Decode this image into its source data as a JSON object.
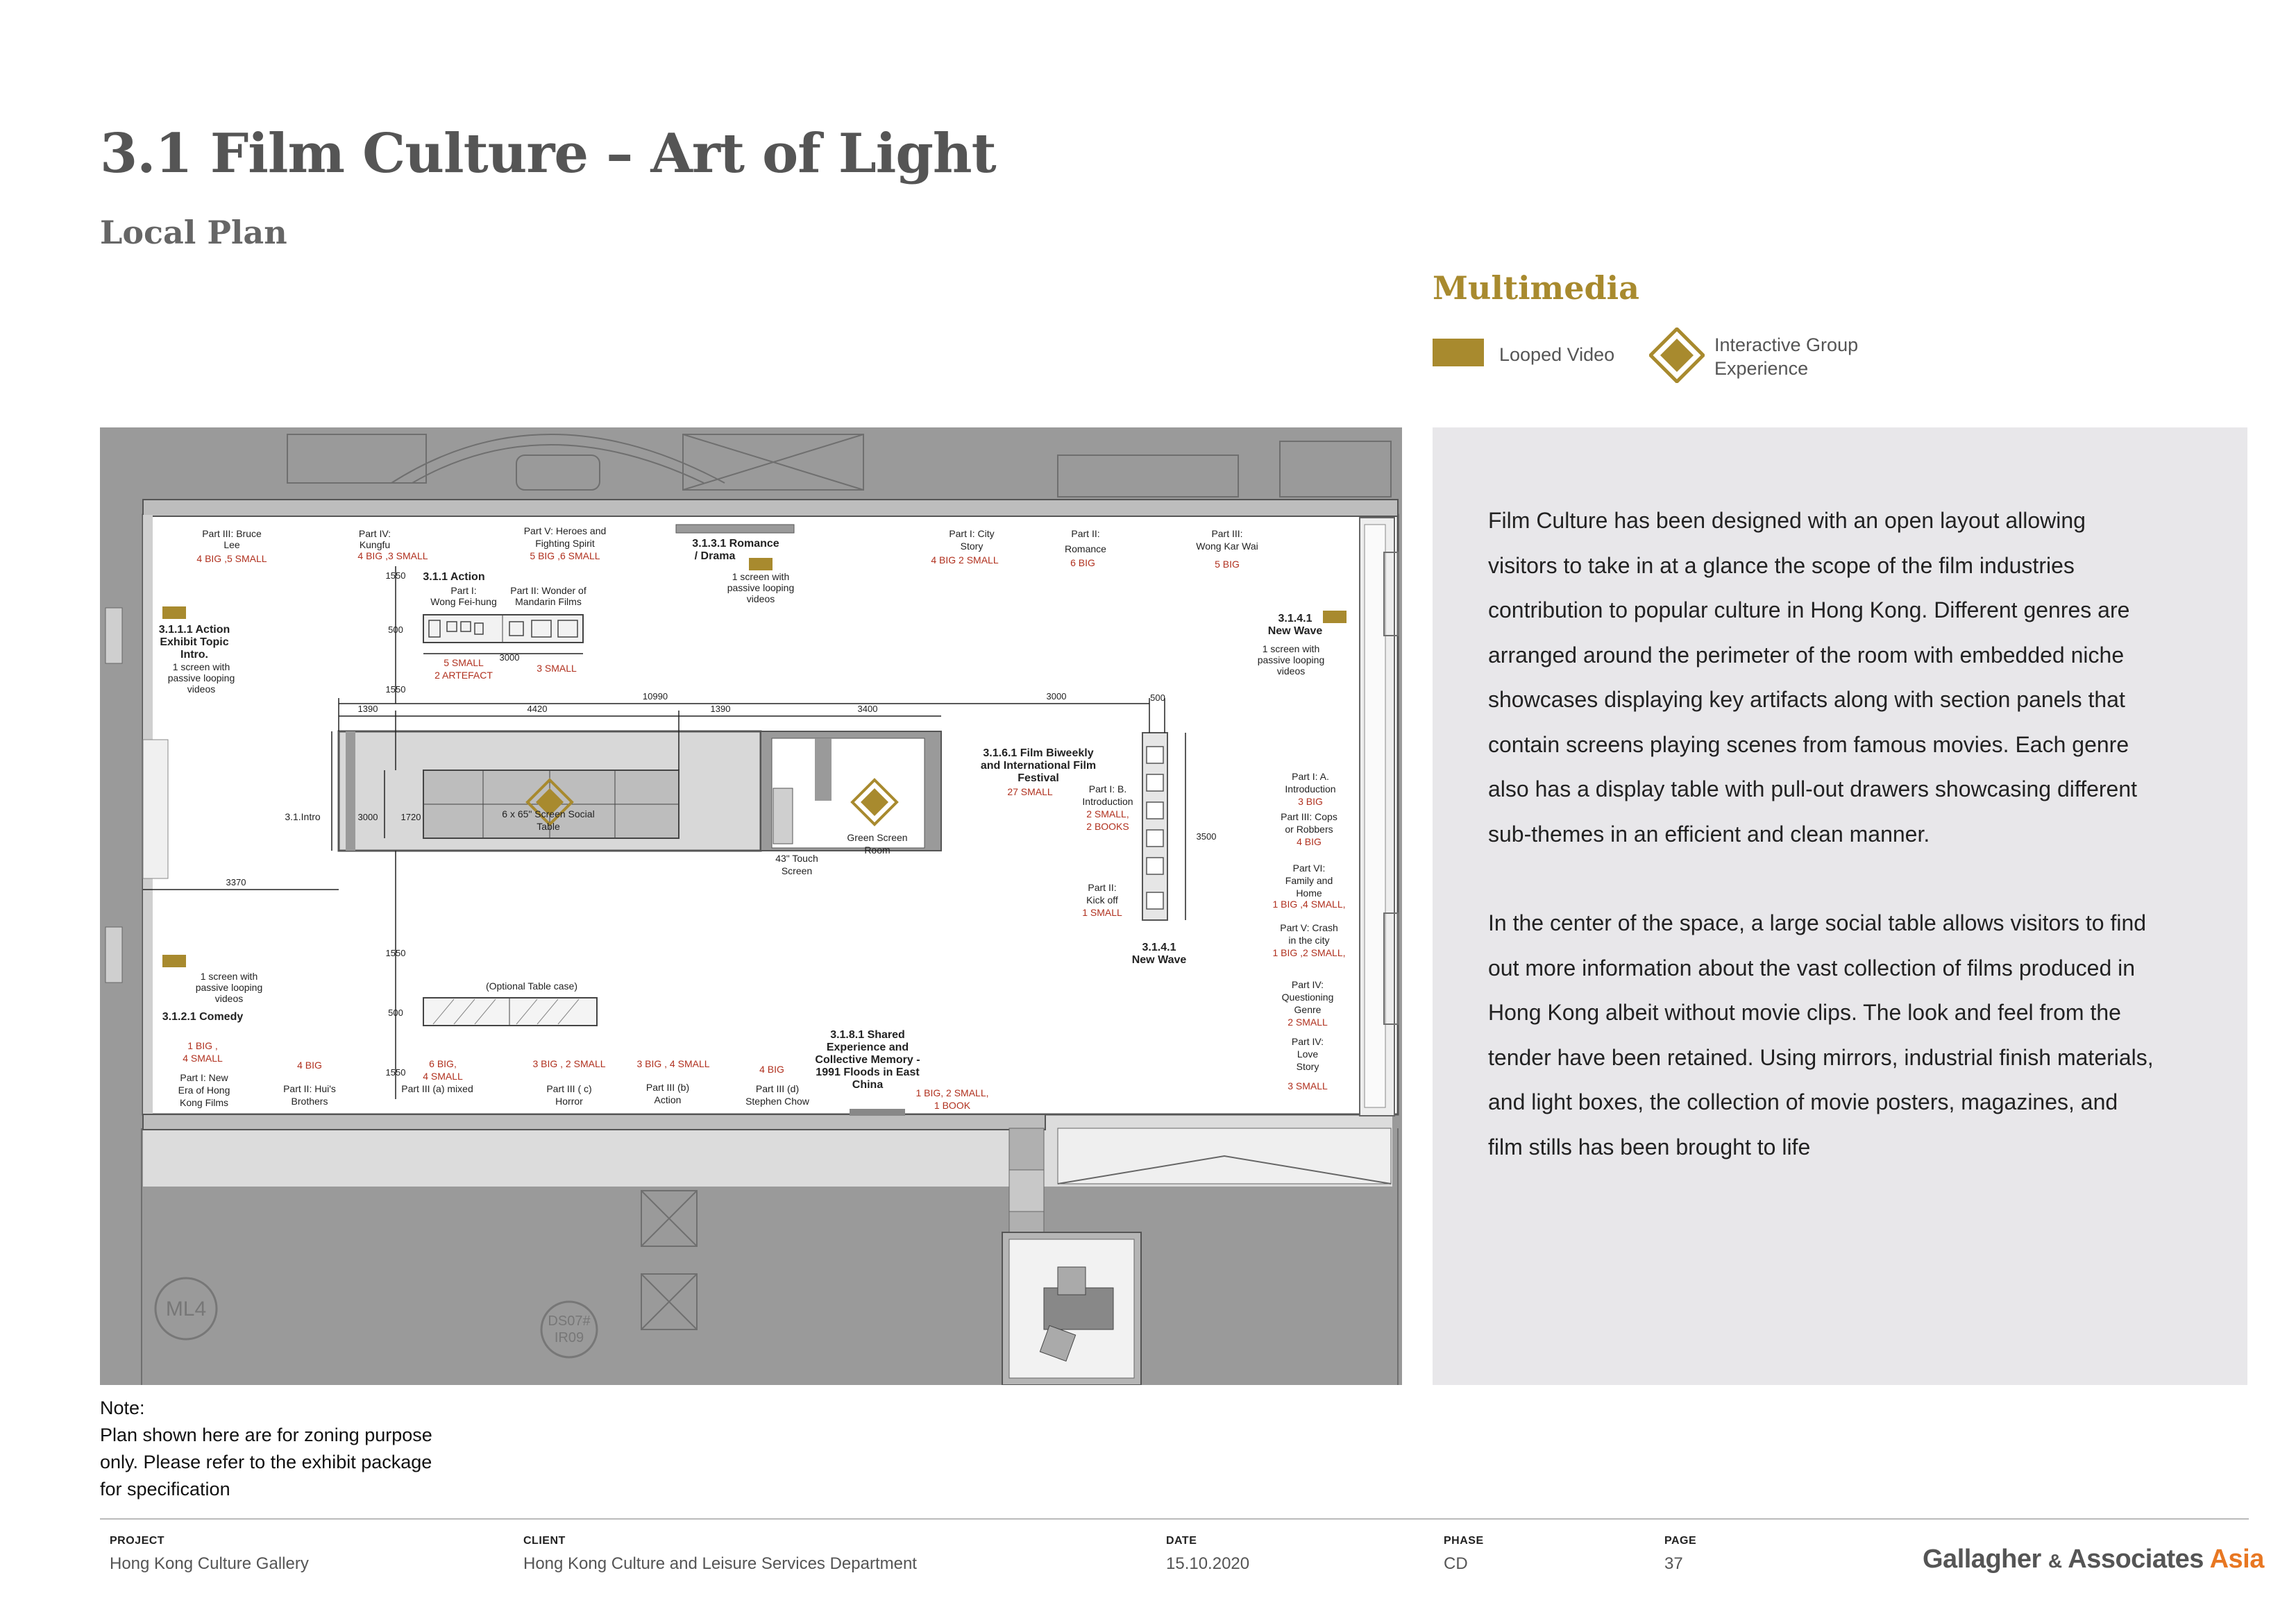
{
  "header": {
    "title": "3.1 Film Culture – Art of Light",
    "subtitle": "Local Plan"
  },
  "multimedia": {
    "title": "Multimedia",
    "legend": {
      "looped_video": "Looped Video",
      "interactive_line1": "Interactive Group",
      "interactive_line2": "Experience"
    },
    "accent_color": "#a88a2e"
  },
  "plan": {
    "zones": {
      "action_intro": [
        "3.1.1.1 Action",
        "Exhibit Topic",
        "Intro."
      ],
      "action_intro_note": [
        "1 screen with",
        "passive looping",
        "videos"
      ],
      "action": "3.1.1 Action",
      "romance": [
        "3.1.3.1 Romance",
        "/ Drama"
      ],
      "romance_note": [
        "1 screen with",
        "passive looping",
        "videos"
      ],
      "new_wave_top": [
        "3.1.4.1",
        "New Wave"
      ],
      "new_wave_top_note": [
        "1 screen with",
        "passive looping",
        "videos"
      ],
      "film_festival": [
        "3.1.6.1 Film Biweekly",
        "and International Film",
        "Festival"
      ],
      "film_festival_count": "27 SMALL",
      "comedy": "3.1.2.1 Comedy",
      "comedy_note": [
        "1 screen with",
        "passive looping",
        "videos"
      ],
      "shared_experience": [
        "3.1.8.1 Shared",
        "Experience and",
        "Collective Memory -",
        "1991 Floods in East",
        "China"
      ],
      "new_wave_bottom": [
        "3.1.4.1",
        "New Wave"
      ],
      "intro": "3.1.Intro",
      "social_table": [
        "6 x 65\" Screen Social",
        "Table"
      ],
      "touch_screen": [
        "43\" Touch",
        "Screen"
      ],
      "green_screen": [
        "Green Screen",
        "Room"
      ],
      "optional_table": "(Optional Table case)"
    },
    "parts_top": [
      {
        "label": [
          "Part III: Bruce",
          "Lee"
        ],
        "count": "4 BIG ,5 SMALL"
      },
      {
        "label": [
          "Part IV:",
          "Kungfu"
        ],
        "count": "4 BIG ,3 SMALL"
      },
      {
        "label": [
          "Part V: Heroes and",
          "Fighting Spirit"
        ],
        "count": "5 BIG ,6 SMALL"
      },
      {
        "label": [
          "Part I: City",
          "Story"
        ],
        "count": "4 BIG  2 SMALL"
      },
      {
        "label": [
          "Part II:",
          "Romance"
        ],
        "count": "6 BIG"
      },
      {
        "label": [
          "Part III:",
          "Wong Kar Wai"
        ],
        "count": "5 BIG"
      }
    ],
    "parts_action": [
      {
        "label": [
          "Part I:",
          "Wong Fei-hung"
        ],
        "count": [
          "5 SMALL",
          "2 ARTEFACT"
        ]
      },
      {
        "label": [
          "Part II: Wonder of",
          "Mandarin Films"
        ],
        "count": [
          "3 SMALL"
        ]
      }
    ],
    "parts_bottom": [
      {
        "label": [
          "Part I: New",
          "Era of Hong",
          "Kong Films"
        ],
        "count": [
          "1 BIG ,",
          "4 SMALL"
        ]
      },
      {
        "label": [
          "Part II: Hui's",
          "Brothers"
        ],
        "count": [
          "4 BIG"
        ]
      },
      {
        "label": [
          "Part III (a) mixed"
        ],
        "count": [
          "6 BIG,",
          "4 SMALL"
        ]
      },
      {
        "label": [
          "Part III ( c)",
          "Horror"
        ],
        "count": [
          "3 BIG , 2 SMALL"
        ]
      },
      {
        "label": [
          "Part III (b)",
          "Action"
        ],
        "count": [
          "3 BIG , 4 SMALL"
        ]
      },
      {
        "label": [
          "Part III (d)",
          "Stephen Chow"
        ],
        "count": [
          "4 BIG"
        ]
      }
    ],
    "shared_count": [
      "1 BIG, 2 SMALL,",
      "1 BOOK"
    ],
    "parts_right": [
      {
        "label": [
          "Part I: A.",
          "Introduction"
        ],
        "count": "3 BIG"
      },
      {
        "label": [
          "Part III: Cops",
          "or Robbers"
        ],
        "count": "4 BIG"
      },
      {
        "label": [
          "Part VI:",
          "Family and",
          "Home"
        ],
        "count": "1 BIG ,4 SMALL,"
      },
      {
        "label": [
          "Part V: Crash",
          "in the city"
        ],
        "count": "1 BIG ,2 SMALL,"
      },
      {
        "label": [
          "Part IV:",
          "Questioning",
          "Genre"
        ],
        "count": "2 SMALL"
      },
      {
        "label": [
          "Part IV:",
          "Love",
          "Story"
        ],
        "count": "3 SMALL"
      }
    ],
    "parts_new_wave": [
      {
        "label": [
          "Part I: B.",
          "Introduction"
        ],
        "count": [
          "2 SMALL,",
          "2 BOOKS"
        ]
      },
      {
        "label": [
          "Part II:",
          "Kick off"
        ],
        "count": [
          "1 SMALL"
        ]
      }
    ],
    "dimensions": {
      "d1550a": "1550",
      "d500a": "500",
      "d1550b": "1550",
      "d3000a": "3000",
      "d10990": "10990",
      "d3000b": "3000",
      "d500b": "500",
      "d1390a": "1390",
      "d4420": "4420",
      "d1390b": "1390",
      "d3400": "3400",
      "d3000c": "3000",
      "d1720": "1720",
      "d3370": "3370",
      "d3500": "3500",
      "d1550c": "1550",
      "d500c": "500",
      "d1550d": "1550"
    },
    "room_tags": {
      "ml4": "ML4",
      "ds07": "DS07#",
      "ir09": "IR09"
    },
    "count_color": "#b0301e"
  },
  "description": {
    "paragraph1_lines": [
      "Film Culture has been designed with an open layout allowing",
      "visitors to take in at a glance the scope of the film industries",
      "contribution to popular culture in Hong Kong. Different genres are",
      "arranged around the perimeter of the room with embedded niche",
      "showcases displaying key artifacts along with section panels that",
      "contain screens playing scenes from famous movies. Each genre",
      "also has a display table with pull-out drawers showcasing different",
      "sub-themes in an efficient and clean manner."
    ],
    "paragraph2_lines": [
      "In the center of the space, a large social table allows visitors to find",
      "out more information about the vast collection of films produced in",
      "Hong Kong albeit without movie clips. The look and feel from the",
      "tender have been retained. Using mirrors, industrial finish materials,",
      "and light boxes, the collection of movie posters, magazines, and",
      "film stills has been brought to life"
    ]
  },
  "note": {
    "lines": [
      "Note:",
      "Plan shown here are for zoning purpose",
      "only. Please refer to the exhibit package",
      "for specification"
    ]
  },
  "footer": {
    "project_label": "PROJECT",
    "project": "Hong Kong Culture Gallery",
    "client_label": "CLIENT",
    "client": "Hong Kong Culture and Leisure Services Department",
    "date_label": "DATE",
    "date": "15.10.2020",
    "phase_label": "PHASE",
    "phase": "CD",
    "page_label": "PAGE",
    "page": "37",
    "brand_main": "Gallagher",
    "brand_amp": "&",
    "brand_assoc": "Associates",
    "brand_asia": "Asia"
  }
}
